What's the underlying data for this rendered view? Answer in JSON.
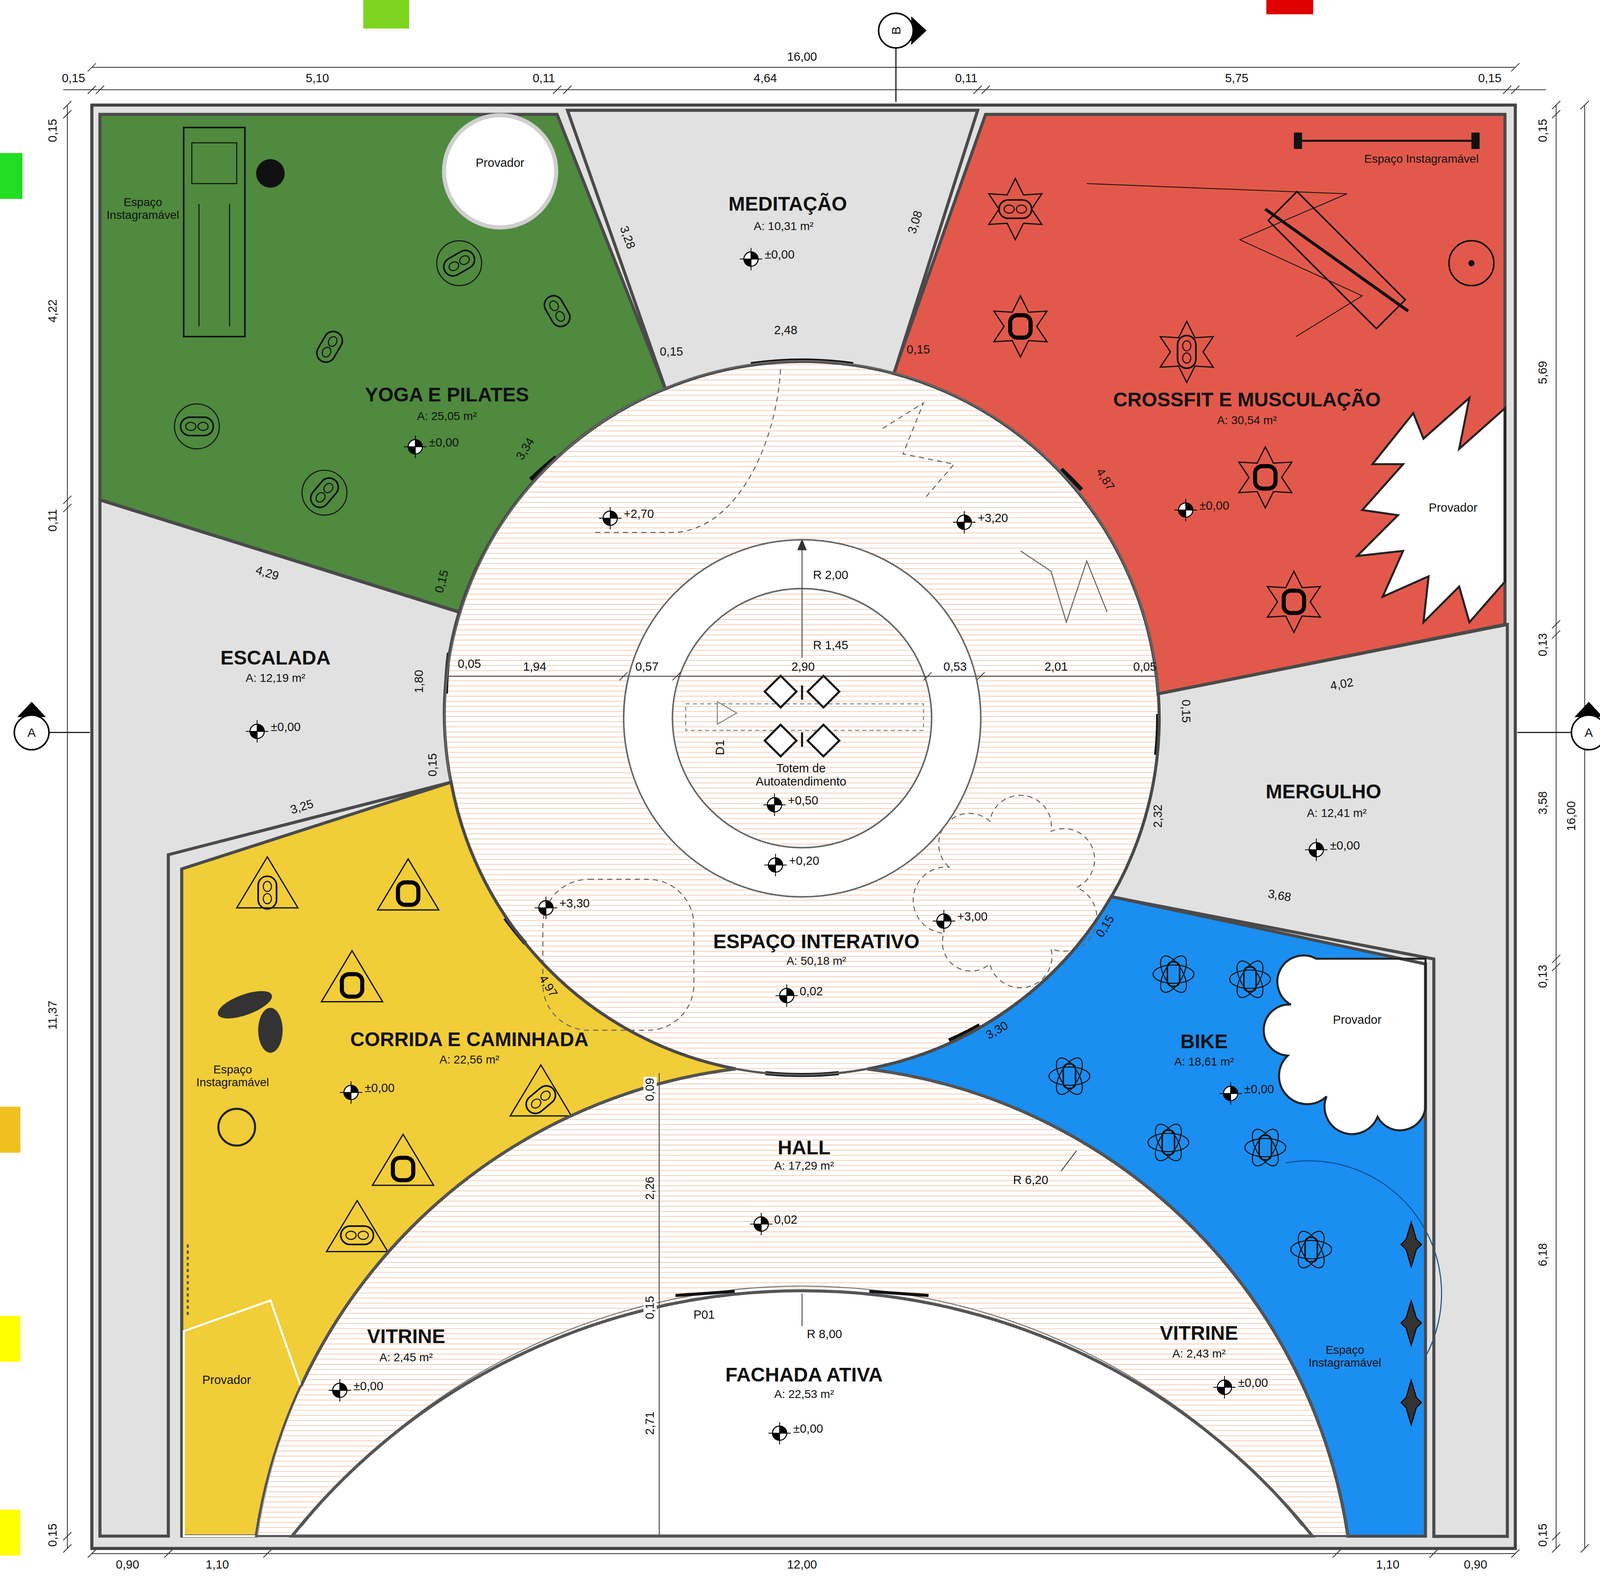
{
  "diagram": {
    "nodes": [
      {
        "text": [
          "YOGA E PILATES",
          "A: 25,05 m²"
        ]
      },
      {
        "text": [
          "Provador"
        ],
        "in": 0
      },
      {
        "text": [
          "MEDITAÇÃO",
          "A: 10,31 m²"
        ]
      },
      {
        "text": [
          "CROSSFIT E MUSCULAÇÃO",
          "A: 30,54 m²"
        ]
      },
      {
        "text": [
          "Provador"
        ],
        "in": 3
      },
      {
        "text": [
          "ESCALADA",
          "A: 12,19 m²"
        ]
      },
      {
        "text": [
          "ESPAÇO INTERATIVO",
          "A: 50,18 m²"
        ]
      },
      {
        "text": [
          "Totem de Autoatendimento"
        ],
        "in": 6
      },
      {
        "text": [
          "MERGULHO",
          "A: 12,41 m²"
        ]
      },
      {
        "text": [
          "CORRIDA E CAMINHADA",
          "A: 22,56 m²"
        ]
      },
      {
        "text": [
          "Provador"
        ],
        "in": 9
      },
      {
        "text": [
          "BIKE",
          "A: 18,61 m²"
        ]
      },
      {
        "text": [
          "Provador"
        ],
        "in": 11
      },
      {
        "text": [
          "HALL",
          "A: 17,29 m²"
        ]
      },
      {
        "text": [
          "VITRINE",
          "A: 2,45 m²"
        ]
      },
      {
        "text": [
          "VITRINE",
          "A: 2,43 m²"
        ]
      },
      {
        "text": [
          "FACHADA ATIVA",
          "A: 22,53 m²"
        ]
      }
    ],
    "labels": [
      "16,00",
      "0,15",
      "5,10",
      "0,11",
      "4,64",
      "0,11",
      "5,75",
      "0,15",
      "0,15",
      "4,22",
      "0,11",
      "11,37",
      "0,15",
      "0,15",
      "5,69",
      "0,13",
      "3,58",
      "16,00",
      "0,13",
      "6,18",
      "0,15",
      "0,90",
      "1,10",
      "12,00",
      "1,10",
      "0,90",
      "3,28",
      "3,08",
      "2,48",
      "0,15",
      "0,15",
      "3,34",
      "4,87",
      "4,29",
      "0,15",
      "0,05",
      "1,94",
      "0,57",
      "2,90",
      "0,53",
      "2,01",
      "0,05",
      "1,80",
      "0,15",
      "3,25",
      "R 2,00",
      "R 1,45",
      "4,02",
      "0,15",
      "2,32",
      "3,68",
      "0,15",
      "4,97",
      "3,30",
      "0,09",
      "R 6,20",
      "2,26",
      "0,15",
      "P01",
      "R 8,00",
      "2,71",
      "D1",
      "A",
      "A",
      "B",
      "±0,00",
      "±0,00",
      "±0,00",
      "+2,70",
      "+3,20",
      "±0,00",
      "+0,50",
      "±0,00",
      "+0,20",
      "+3,30",
      "+3,00",
      "0,02",
      "±0,00",
      "±0,00",
      "0,02",
      "±0,00",
      "±0,00",
      "±0,00",
      "Espaço Instagramável",
      "Espaço Instagramável",
      "Espaço Instagramável",
      "Espaço Instagramável"
    ]
  }
}
